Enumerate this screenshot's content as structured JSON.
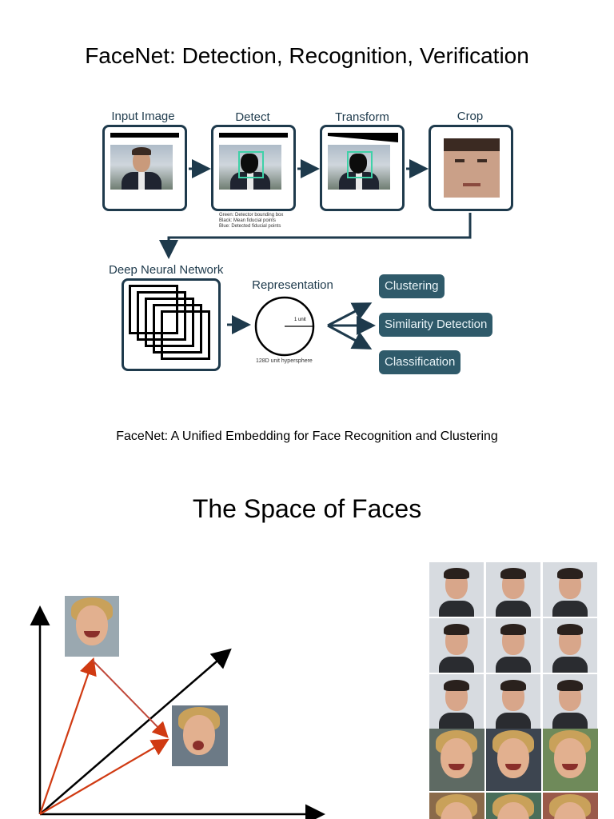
{
  "slide1": {
    "title": "FaceNet: Detection, Recognition, Verification",
    "pipeline": {
      "stages": [
        "Input Image",
        "Detect",
        "Transform",
        "Crop"
      ],
      "detect_legend": [
        "Green: Detector bounding box",
        "Black: Mean fiducial points",
        "Blue: Detected fiducial points"
      ],
      "dnn_label": "Deep Neural Network",
      "representation_label": "Representation",
      "unit_label": "1 unit",
      "hypersphere_label": "128D unit hypersphere",
      "outputs": [
        "Clustering",
        "Similarity Detection",
        "Classification"
      ],
      "colors": {
        "frame": "#1e3a4c",
        "pill": "#2f5a6a",
        "detector_box": "#3fd1a8"
      }
    },
    "caption": "FaceNet: A Unified Embedding for Face Recognition and Clustering"
  },
  "slide2": {
    "title": "The Space of Faces",
    "colors": {
      "vector": "#d03a12",
      "difference": "#c0483a",
      "axis": "#000000"
    }
  }
}
